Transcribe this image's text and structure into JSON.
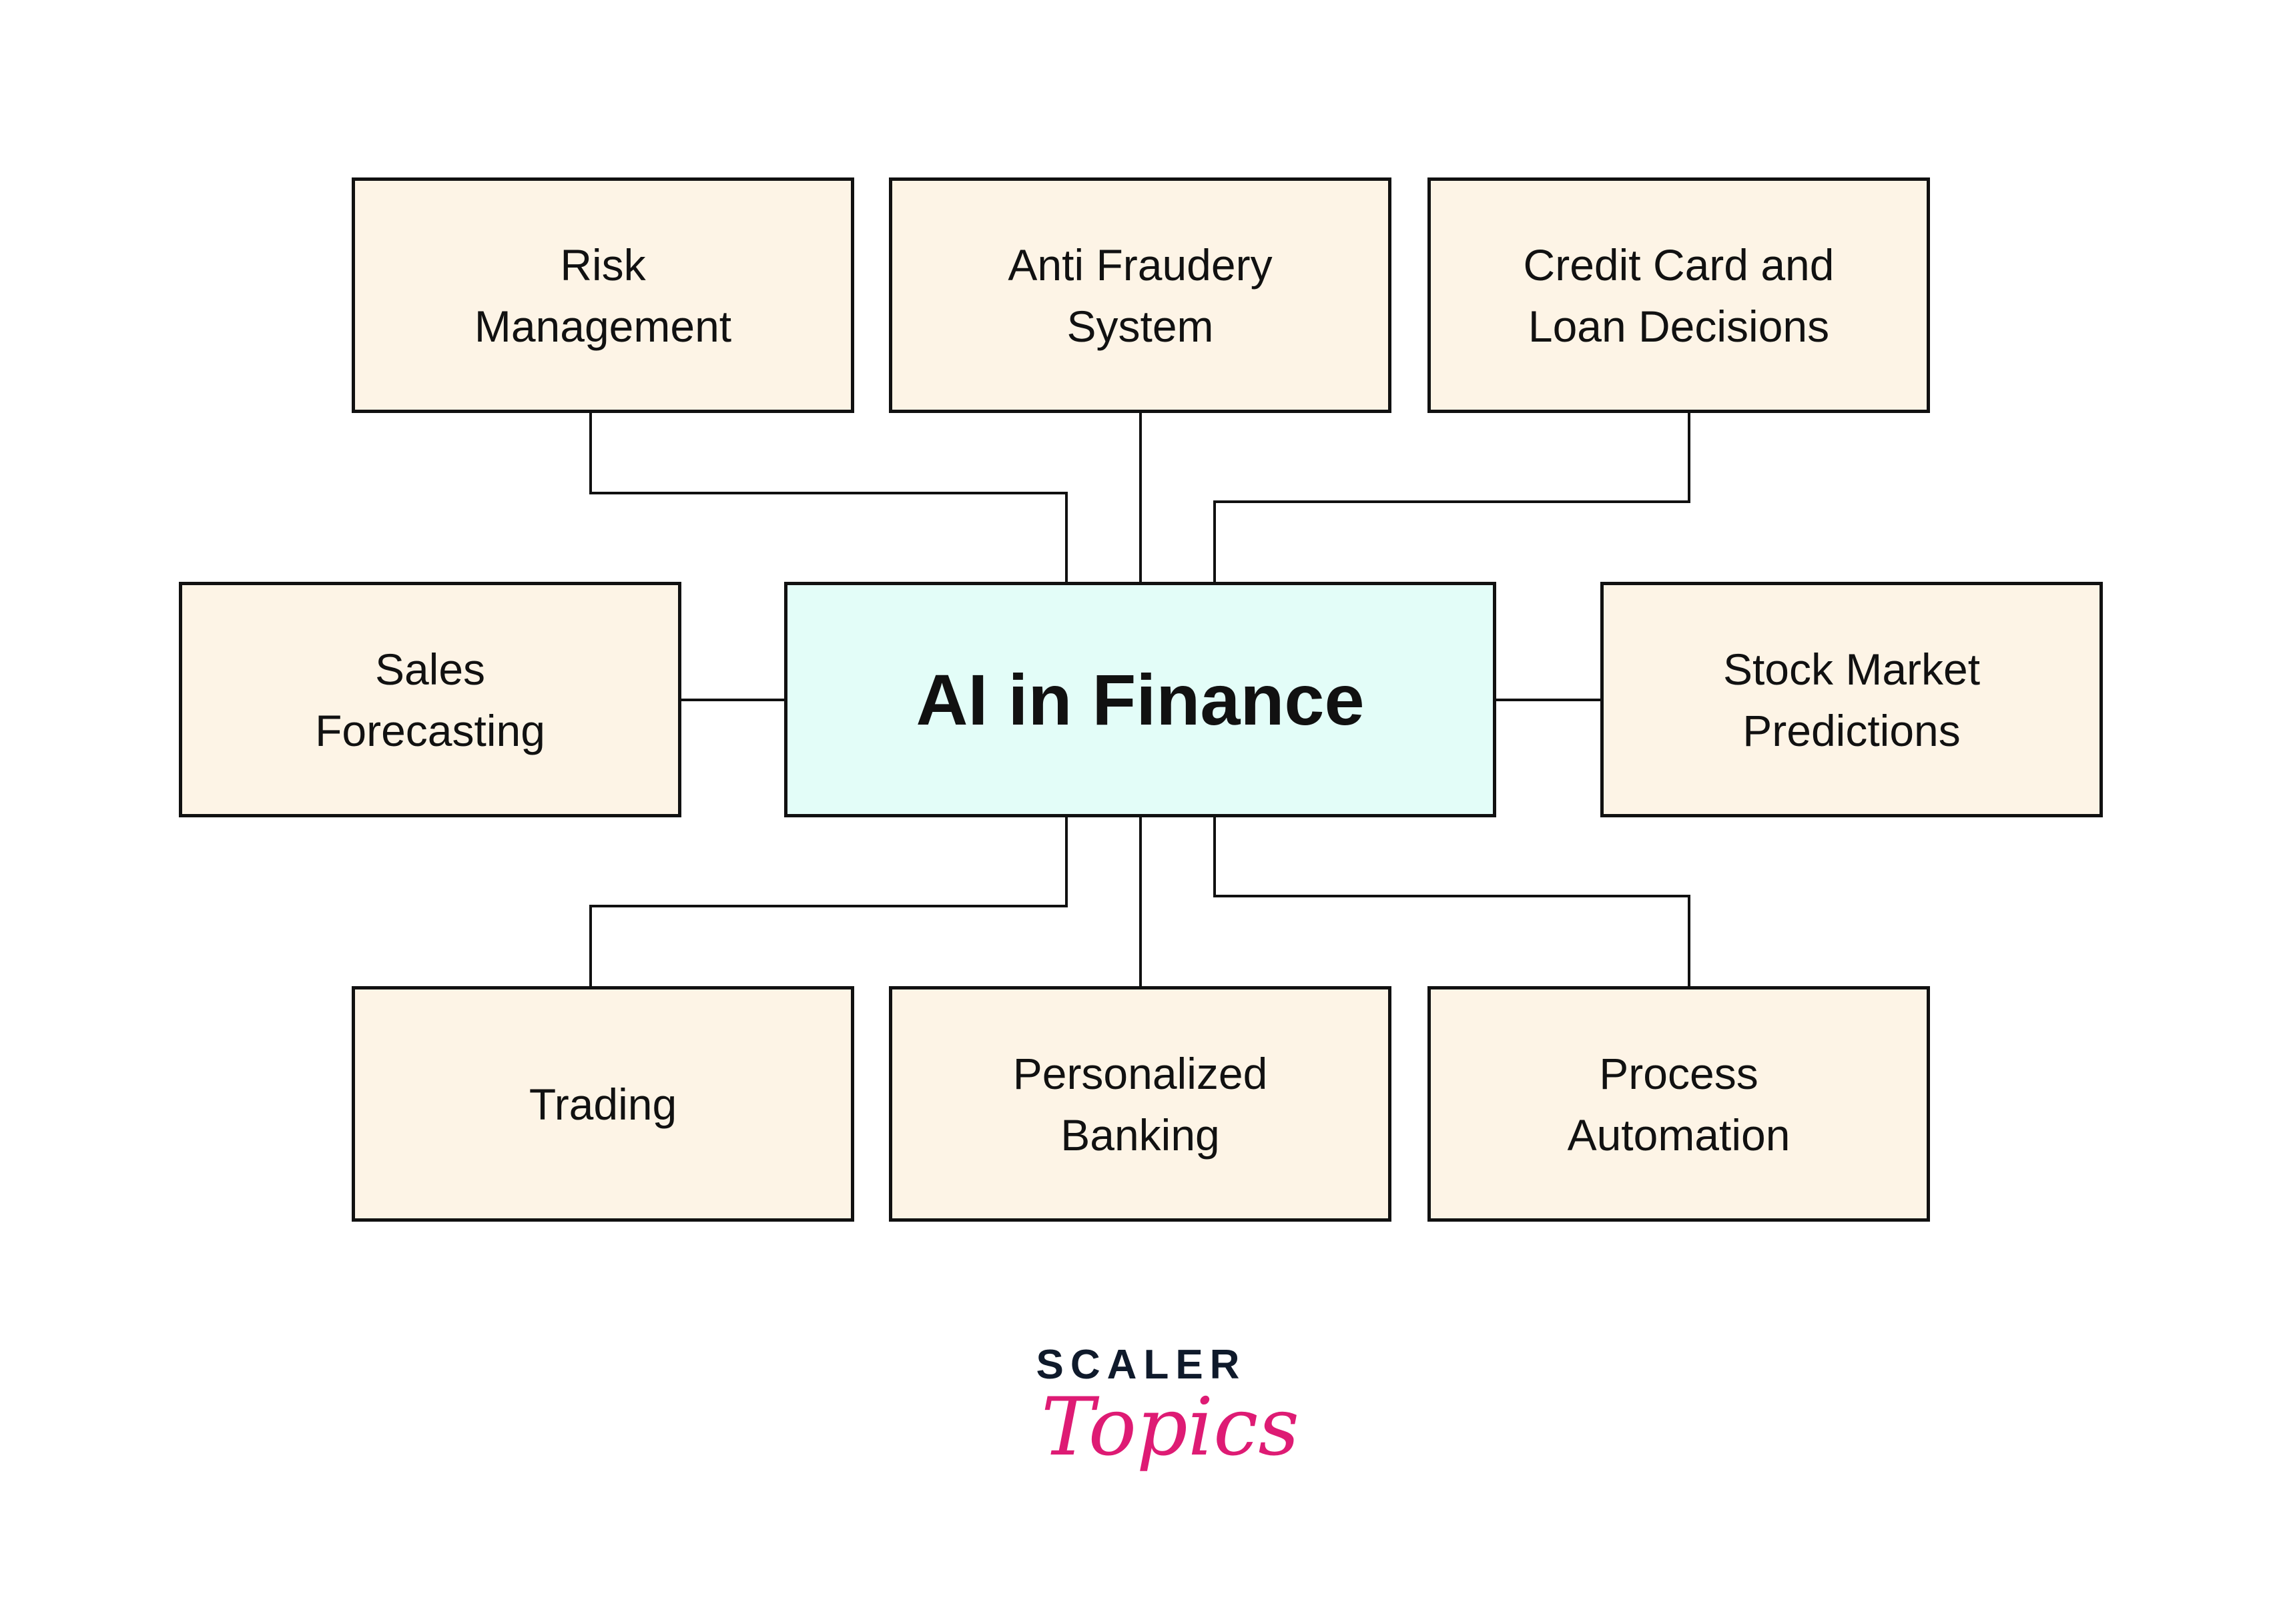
{
  "center": {
    "label": "AI in Finance"
  },
  "nodes": [
    {
      "id": "risk",
      "lines": [
        "Risk",
        "Management"
      ]
    },
    {
      "id": "fraud",
      "lines": [
        "Anti Fraudery",
        "System"
      ]
    },
    {
      "id": "credit",
      "lines": [
        "Credit Card and",
        "Loan Decisions"
      ]
    },
    {
      "id": "sales",
      "lines": [
        "Sales",
        "Forecasting"
      ]
    },
    {
      "id": "stock",
      "lines": [
        "Stock Market",
        "Predictions"
      ]
    },
    {
      "id": "trading",
      "lines": [
        "Trading"
      ]
    },
    {
      "id": "banking",
      "lines": [
        "Personalized",
        "Banking"
      ]
    },
    {
      "id": "process",
      "lines": [
        "Process",
        "Automation"
      ]
    }
  ],
  "logo": {
    "brand": "SCALER",
    "product": "Topics"
  },
  "colors": {
    "node_fill": "#fdf4e6",
    "center_fill": "#e3fdf8",
    "stroke": "#111111",
    "logo_pink": "#de1b74",
    "logo_navy": "#0f1a2b"
  }
}
